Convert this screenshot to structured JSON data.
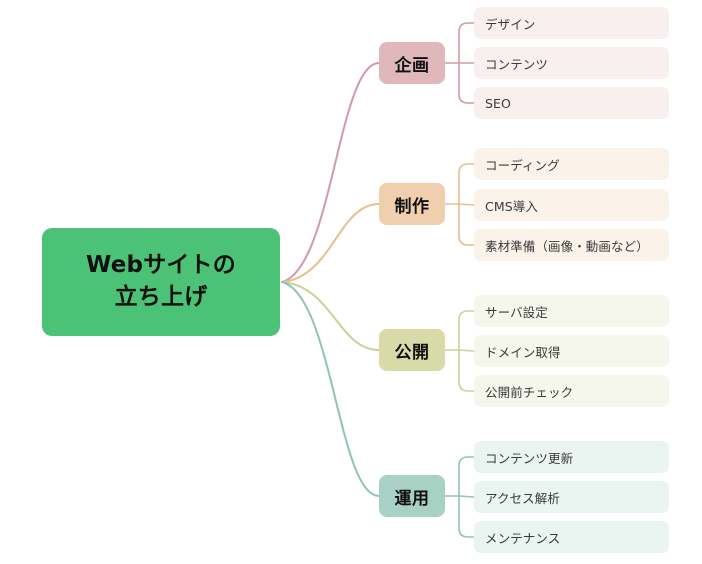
{
  "diagram": {
    "type": "mind-map",
    "title": "Webサイトの立ち上げ",
    "background_color": "#ffffff",
    "root": {
      "lines": [
        "Webサイトの",
        "立ち上げ"
      ],
      "fill": "#4CC276",
      "text_color": "#111111"
    },
    "branches": [
      {
        "label": "企画",
        "fill": "#E0B8BC",
        "edge_color": "#D49AA3",
        "leaf_fill": "#F8EFEE",
        "leaf_text_color": "#3a3a3a",
        "leaves": [
          "デザイン",
          "コンテンツ",
          "SEO"
        ]
      },
      {
        "label": "制作",
        "fill": "#F0CFAE",
        "edge_color": "#E8BE8E",
        "leaf_fill": "#FBF2EA",
        "leaf_text_color": "#3a3a3a",
        "leaves": [
          "コーディング",
          "CMS導入",
          "素材準備（画像・動画など）"
        ]
      },
      {
        "label": "公開",
        "fill": "#D8DBA8",
        "edge_color": "#CBD09A",
        "leaf_fill": "#F5F7EC",
        "leaf_text_color": "#3a3a3a",
        "leaves": [
          "サーバ設定",
          "ドメイン取得",
          "公開前チェック"
        ]
      },
      {
        "label": "運用",
        "fill": "#A8D0C4",
        "edge_color": "#8FC4B6",
        "leaf_fill": "#EAF4F1",
        "leaf_text_color": "#3a3a3a",
        "leaves": [
          "コンテンツ更新",
          "アクセス解析",
          "メンテナンス"
        ]
      }
    ]
  }
}
